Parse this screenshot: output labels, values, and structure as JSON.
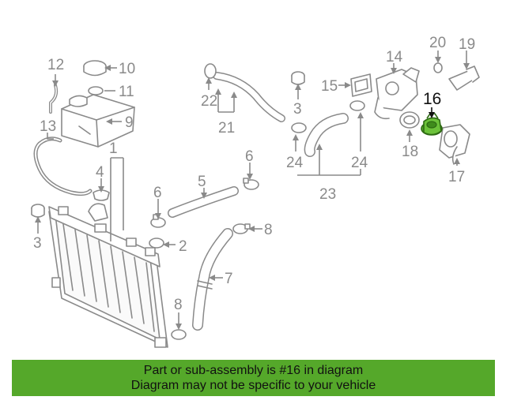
{
  "highlight": {
    "part": "16",
    "color": "#55a82a",
    "outline": "#2d6a12"
  },
  "callouts": [
    "1",
    "2",
    "3",
    "3",
    "4",
    "5",
    "6",
    "6",
    "7",
    "8",
    "8",
    "9",
    "10",
    "11",
    "12",
    "13",
    "14",
    "15",
    "16",
    "17",
    "18",
    "19",
    "20",
    "21",
    "22",
    "23",
    "24",
    "24"
  ],
  "banner": {
    "line1": "Part or sub-assembly is #16 in diagram",
    "line2": "Diagram may not be specific to your vehicle",
    "background": "#55a82a"
  }
}
